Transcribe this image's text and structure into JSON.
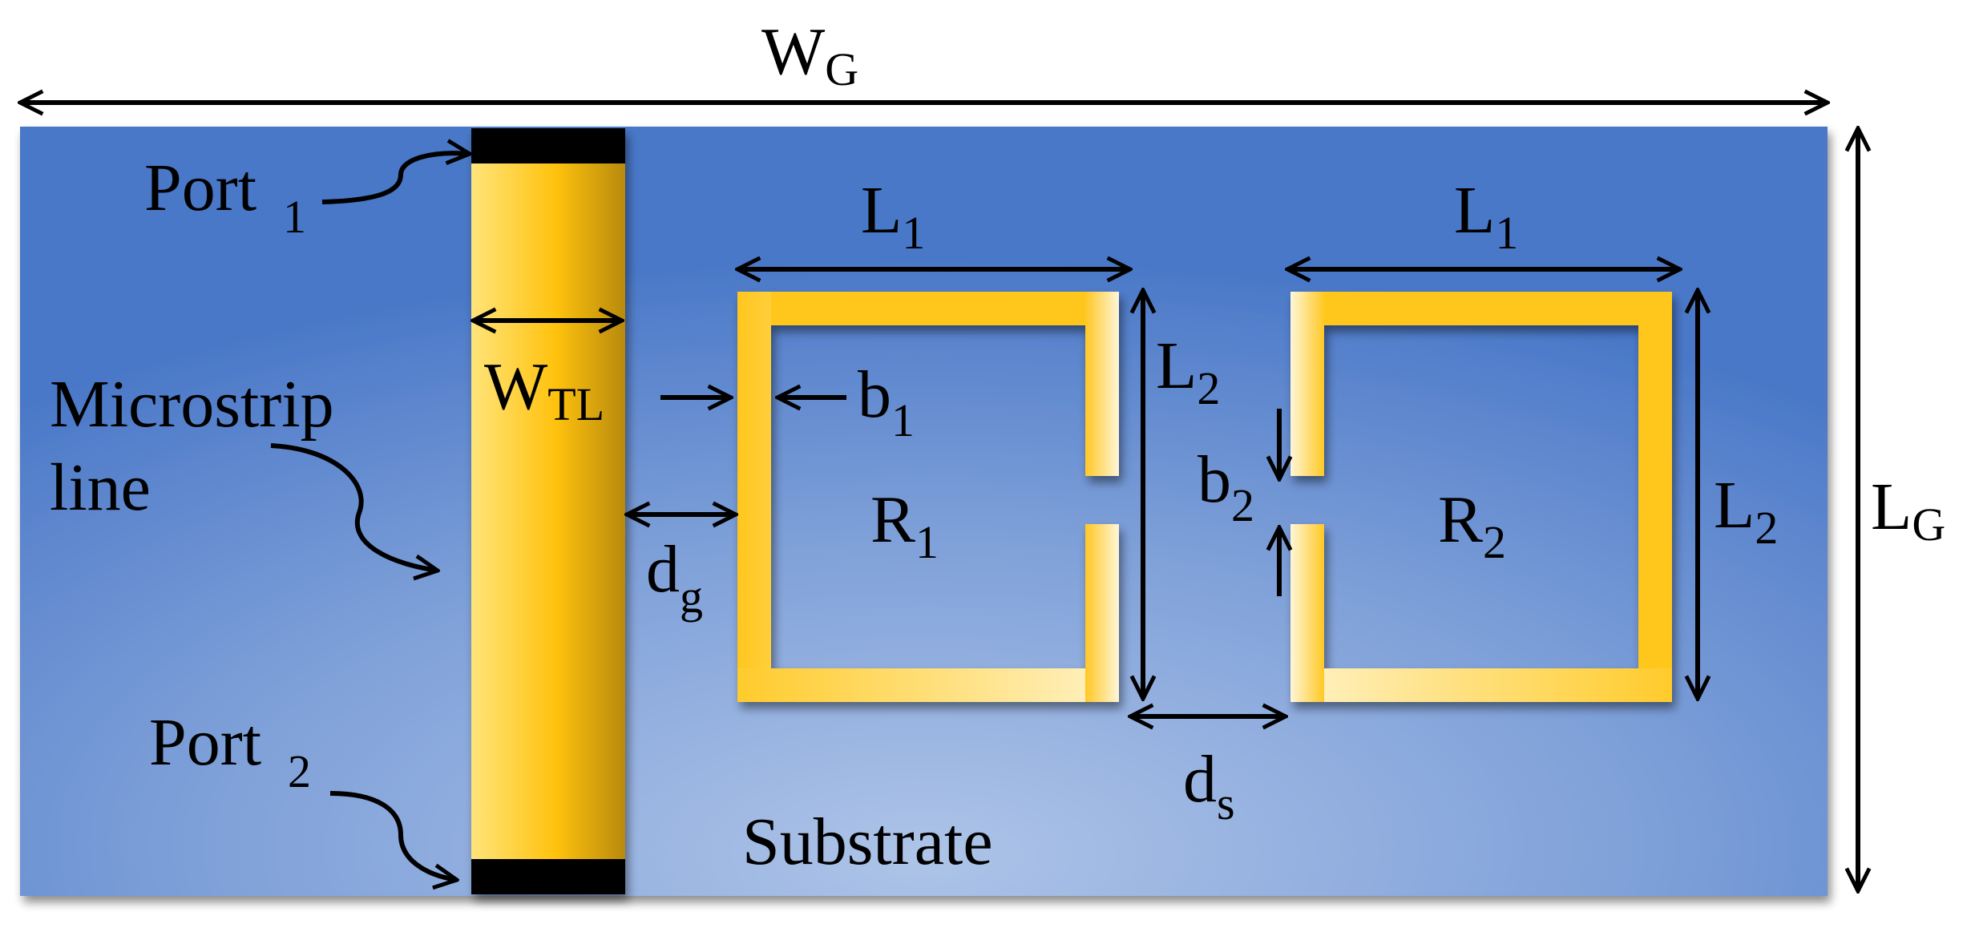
{
  "labels": {
    "wg": {
      "main": "W",
      "sub": "G"
    },
    "lg": {
      "main": "L",
      "sub": "G"
    },
    "port1": {
      "main": "Port ",
      "sub": "1"
    },
    "port2": {
      "main": "Port ",
      "sub": "2"
    },
    "microstrip_line1": "Microstrip",
    "microstrip_line2": "line",
    "wtl": {
      "main": "W",
      "sub": "TL"
    },
    "dg": {
      "main": "d",
      "sub": "g"
    },
    "b1": {
      "main": "b",
      "sub": "1"
    },
    "b2": {
      "main": "b",
      "sub": "2"
    },
    "ds": {
      "main": "d",
      "sub": "s"
    },
    "l1_left": {
      "main": "L",
      "sub": "1"
    },
    "l1_right": {
      "main": "L",
      "sub": "1"
    },
    "l2_left": {
      "main": "L",
      "sub": "2"
    },
    "l2_right": {
      "main": "L",
      "sub": "2"
    },
    "r1": {
      "main": "R",
      "sub": "1"
    },
    "r2": {
      "main": "R",
      "sub": "2"
    },
    "substrate": "Substrate"
  },
  "colors": {
    "substrate_center": "#a9c0e6",
    "substrate_edge": "#4a78c8",
    "gold_light": "#fff4c8",
    "gold": "#ffc41a",
    "gold_dark": "#b8860b",
    "port_black": "#000000",
    "ink": "#000000"
  }
}
